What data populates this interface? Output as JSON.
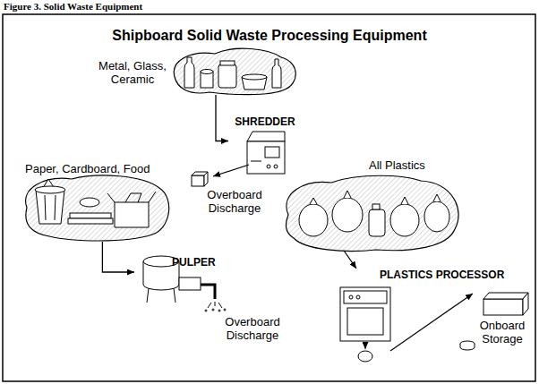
{
  "diagram": {
    "title": "Shipboard Solid Waste Processing Equipment",
    "caption": "Figure 3. Solid Waste Equipment",
    "nodes": [
      {
        "text": [
          "Metal, Glass, Ceramic"
        ]
      },
      {
        "text": [
          "SHREDDER"
        ]
      },
      {
        "text": [
          "Paper, Cardboard, Food"
        ]
      },
      {
        "text": [
          "All Plastics"
        ]
      },
      {
        "text": [
          "PULPER"
        ]
      },
      {
        "text": [
          "PLASTICS PROCESSOR"
        ]
      }
    ],
    "edges": [
      {
        "from": 0,
        "to": 1,
        "arrow": "to"
      },
      {
        "from": 2,
        "to": 4,
        "arrow": "to"
      },
      {
        "from": 3,
        "to": 5,
        "arrow": "to"
      }
    ],
    "labels": [
      "Overboard Discharge",
      "Overboard Discharge",
      "Onboard Storage"
    ]
  }
}
